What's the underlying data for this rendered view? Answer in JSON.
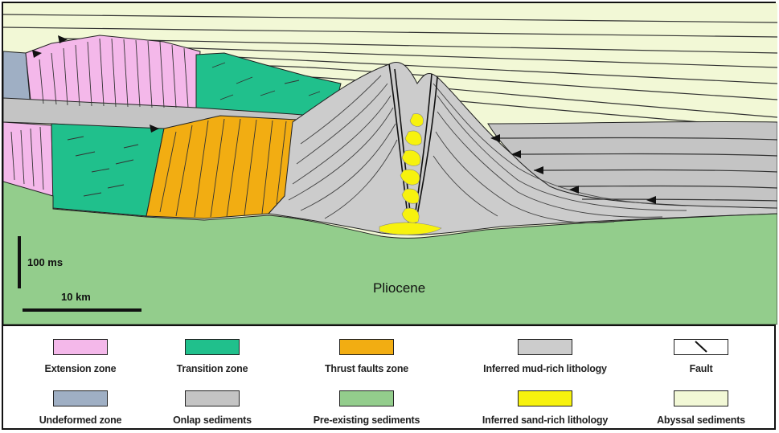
{
  "scale": {
    "vertical_label": "100 ms",
    "horizontal_label": "10 km"
  },
  "section_labels": {
    "pliocene": "Pliocene"
  },
  "colors": {
    "extension": "#f4b8ea",
    "undeformed": "#9fafc4",
    "transition": "#20c08c",
    "thrust": "#f2ad12",
    "mud": "#cccccc",
    "onlap": "#c4c4c4",
    "preexisting": "#93cd8c",
    "sand": "#f7f20e",
    "fault_swatch": "#ffffff",
    "abyssal": "#f2f8d6"
  },
  "legend": {
    "extension": "Extension zone",
    "transition": "Transition zone",
    "thrust": "Thrust faults zone",
    "mud": "Inferred mud-rich lithology",
    "fault": "Fault",
    "undeformed": "Undeformed zone",
    "onlap": "Onlap sediments",
    "preexisting": "Pre-existing sediments",
    "sand": "Inferred sand-rich lithology",
    "abyssal": "Abyssal sediments"
  }
}
